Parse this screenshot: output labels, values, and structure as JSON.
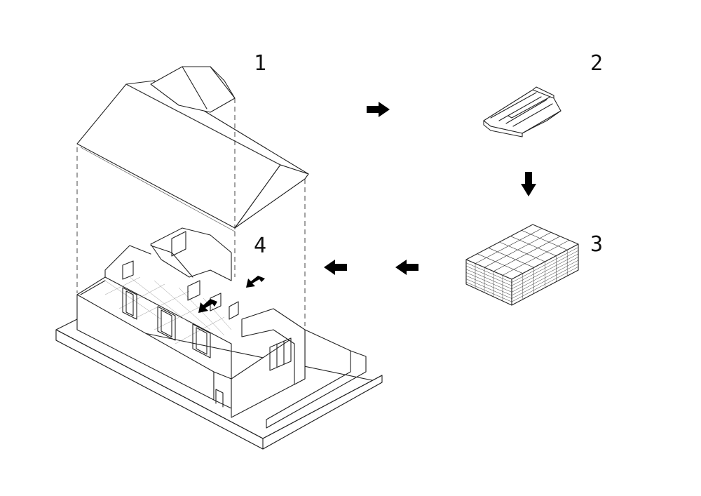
{
  "steps": [
    {
      "number": "1",
      "subject": "house-roof"
    },
    {
      "number": "2",
      "subject": "roof-tile"
    },
    {
      "number": "3",
      "subject": "tile-stack"
    },
    {
      "number": "4",
      "subject": "house-interior"
    }
  ],
  "arrows": [
    {
      "from": "1",
      "to": "2",
      "direction": "right"
    },
    {
      "from": "2",
      "to": "3",
      "direction": "down"
    },
    {
      "from": "3",
      "to": "4",
      "direction": "left"
    },
    {
      "from": "3",
      "to": "4",
      "direction": "left"
    },
    {
      "from": "4",
      "to": "interior",
      "direction": "down-left"
    },
    {
      "from": "4",
      "to": "interior",
      "direction": "down-left"
    }
  ],
  "colors": {
    "line": "#222222",
    "arrow": "#000000",
    "background": "#ffffff"
  }
}
